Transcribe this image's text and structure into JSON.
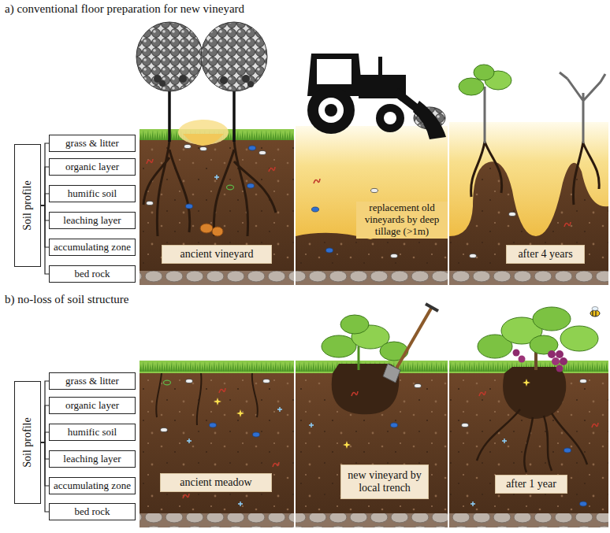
{
  "diagram": {
    "nodes": [
      {
        "text": [
          "Soil profile"
        ]
      },
      {
        "text": [
          "grass & litter"
        ]
      },
      {
        "text": [
          "organic layer"
        ]
      },
      {
        "text": [
          "humific soil"
        ]
      },
      {
        "text": [
          "leaching layer"
        ]
      },
      {
        "text": [
          "accumulating zone"
        ]
      },
      {
        "text": [
          "bed rock"
        ]
      },
      {
        "text": [
          "ancient vineyard"
        ]
      },
      {
        "text": [
          "after 4 years"
        ]
      },
      {
        "text": [
          "Soil profile"
        ]
      },
      {
        "text": [
          "grass & litter"
        ]
      },
      {
        "text": [
          "organic layer"
        ]
      },
      {
        "text": [
          "humific soil"
        ]
      },
      {
        "text": [
          "leaching layer"
        ]
      },
      {
        "text": [
          "accumulating zone"
        ]
      },
      {
        "text": [
          "bed rock"
        ]
      },
      {
        "text": [
          "ancient meadow"
        ]
      },
      {
        "text": [
          "new vineyard by local trench"
        ]
      },
      {
        "text": [
          "after 1 year"
        ]
      }
    ],
    "edges": [
      {
        "from": 0,
        "to": 1,
        "arrow": "none"
      },
      {
        "from": 0,
        "to": 2,
        "arrow": "none"
      },
      {
        "from": 0,
        "to": 3,
        "arrow": "none"
      },
      {
        "from": 0,
        "to": 4,
        "arrow": "none"
      },
      {
        "from": 0,
        "to": 5,
        "arrow": "none"
      },
      {
        "from": 0,
        "to": 6,
        "arrow": "none"
      },
      {
        "from": 9,
        "to": 10,
        "arrow": "none"
      },
      {
        "from": 9,
        "to": 11,
        "arrow": "none"
      },
      {
        "from": 9,
        "to": 12,
        "arrow": "none"
      },
      {
        "from": 9,
        "to": 13,
        "arrow": "none"
      },
      {
        "from": 9,
        "to": 14,
        "arrow": "none"
      },
      {
        "from": 9,
        "to": 15,
        "arrow": "none"
      }
    ],
    "labels": [
      "a) conventional floor preparation for new vineyard",
      "replacement old vineyards by deep tillage (>1m)",
      "b) no-loss of soil structure"
    ]
  }
}
